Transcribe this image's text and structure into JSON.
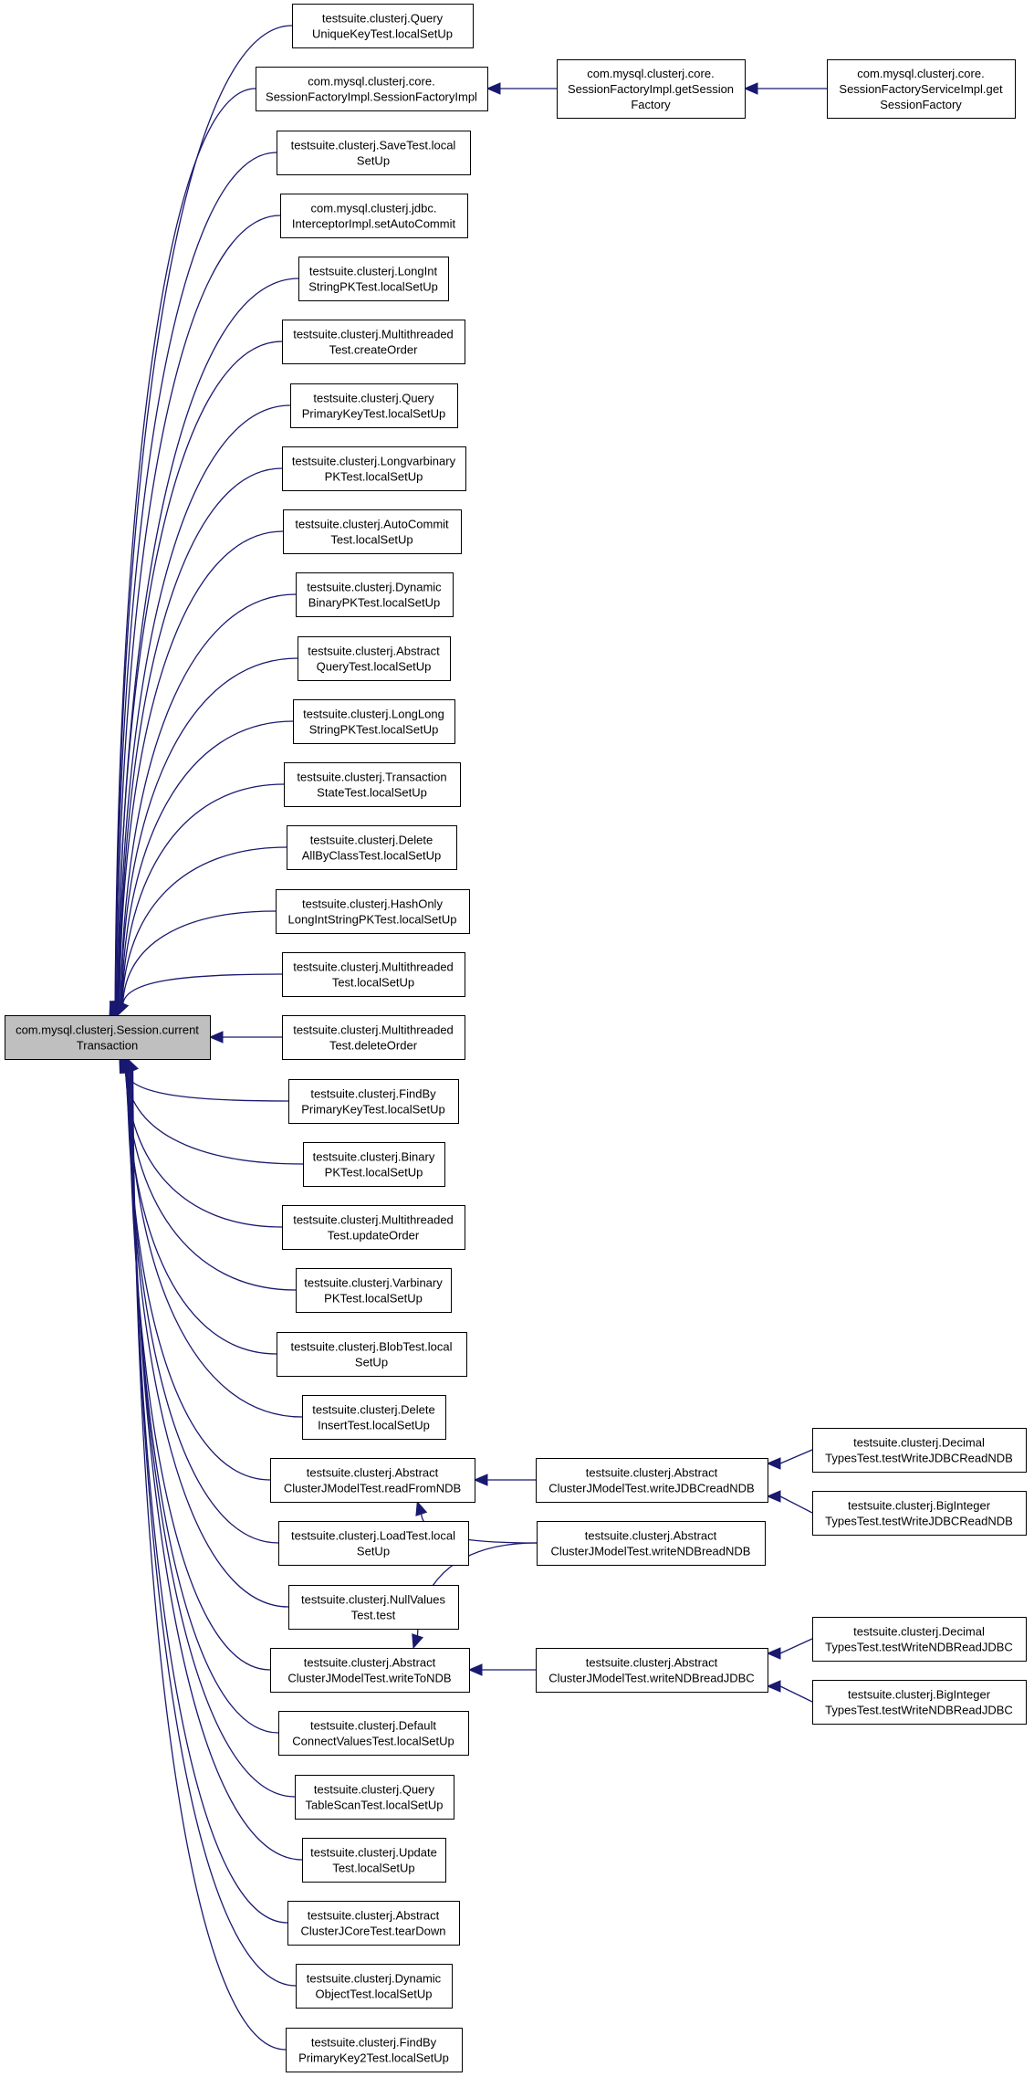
{
  "graph": {
    "colors": {
      "edge": "#191970",
      "root_fill": "#bfbfbf",
      "node_fill": "#ffffff",
      "border": "#000000"
    },
    "root": {
      "id": "root",
      "lines": [
        "com.mysql.clusterj.Session.current",
        "Transaction"
      ]
    },
    "nodes": [
      {
        "id": "n1",
        "lines": [
          "testsuite.clusterj.Query",
          "UniqueKeyTest.localSetUp"
        ]
      },
      {
        "id": "n2",
        "lines": [
          "com.mysql.clusterj.core.",
          "SessionFactoryImpl.SessionFactoryImpl"
        ]
      },
      {
        "id": "n3",
        "lines": [
          "testsuite.clusterj.SaveTest.local",
          "SetUp"
        ]
      },
      {
        "id": "n4",
        "lines": [
          "com.mysql.clusterj.jdbc.",
          "InterceptorImpl.setAutoCommit"
        ]
      },
      {
        "id": "n5",
        "lines": [
          "testsuite.clusterj.LongInt",
          "StringPKTest.localSetUp"
        ]
      },
      {
        "id": "n6",
        "lines": [
          "testsuite.clusterj.Multithreaded",
          "Test.createOrder"
        ]
      },
      {
        "id": "n7",
        "lines": [
          "testsuite.clusterj.Query",
          "PrimaryKeyTest.localSetUp"
        ]
      },
      {
        "id": "n8",
        "lines": [
          "testsuite.clusterj.Longvarbinary",
          "PKTest.localSetUp"
        ]
      },
      {
        "id": "n9",
        "lines": [
          "testsuite.clusterj.AutoCommit",
          "Test.localSetUp"
        ]
      },
      {
        "id": "n10",
        "lines": [
          "testsuite.clusterj.Dynamic",
          "BinaryPKTest.localSetUp"
        ]
      },
      {
        "id": "n11",
        "lines": [
          "testsuite.clusterj.Abstract",
          "QueryTest.localSetUp"
        ]
      },
      {
        "id": "n12",
        "lines": [
          "testsuite.clusterj.LongLong",
          "StringPKTest.localSetUp"
        ]
      },
      {
        "id": "n13",
        "lines": [
          "testsuite.clusterj.Transaction",
          "StateTest.localSetUp"
        ]
      },
      {
        "id": "n14",
        "lines": [
          "testsuite.clusterj.Delete",
          "AllByClassTest.localSetUp"
        ]
      },
      {
        "id": "n15",
        "lines": [
          "testsuite.clusterj.HashOnly",
          "LongIntStringPKTest.localSetUp"
        ]
      },
      {
        "id": "n16",
        "lines": [
          "testsuite.clusterj.Multithreaded",
          "Test.localSetUp"
        ]
      },
      {
        "id": "n17",
        "lines": [
          "testsuite.clusterj.Multithreaded",
          "Test.deleteOrder"
        ]
      },
      {
        "id": "n18",
        "lines": [
          "testsuite.clusterj.FindBy",
          "PrimaryKeyTest.localSetUp"
        ]
      },
      {
        "id": "n19",
        "lines": [
          "testsuite.clusterj.Binary",
          "PKTest.localSetUp"
        ]
      },
      {
        "id": "n20",
        "lines": [
          "testsuite.clusterj.Multithreaded",
          "Test.updateOrder"
        ]
      },
      {
        "id": "n21",
        "lines": [
          "testsuite.clusterj.Varbinary",
          "PKTest.localSetUp"
        ]
      },
      {
        "id": "n22",
        "lines": [
          "testsuite.clusterj.BlobTest.local",
          "SetUp"
        ]
      },
      {
        "id": "n23",
        "lines": [
          "testsuite.clusterj.Delete",
          "InsertTest.localSetUp"
        ]
      },
      {
        "id": "n24",
        "lines": [
          "testsuite.clusterj.Abstract",
          "ClusterJModelTest.readFromNDB"
        ]
      },
      {
        "id": "n25",
        "lines": [
          "testsuite.clusterj.LoadTest.local",
          "SetUp"
        ]
      },
      {
        "id": "n26",
        "lines": [
          "testsuite.clusterj.NullValues",
          "Test.test"
        ]
      },
      {
        "id": "n27",
        "lines": [
          "testsuite.clusterj.Abstract",
          "ClusterJModelTest.writeToNDB"
        ]
      },
      {
        "id": "n28",
        "lines": [
          "testsuite.clusterj.Default",
          "ConnectValuesTest.localSetUp"
        ]
      },
      {
        "id": "n29",
        "lines": [
          "testsuite.clusterj.Query",
          "TableScanTest.localSetUp"
        ]
      },
      {
        "id": "n30",
        "lines": [
          "testsuite.clusterj.Update",
          "Test.localSetUp"
        ]
      },
      {
        "id": "n31",
        "lines": [
          "testsuite.clusterj.Abstract",
          "ClusterJCoreTest.tearDown"
        ]
      },
      {
        "id": "n32",
        "lines": [
          "testsuite.clusterj.Dynamic",
          "ObjectTest.localSetUp"
        ]
      },
      {
        "id": "n33",
        "lines": [
          "testsuite.clusterj.FindBy",
          "PrimaryKey2Test.localSetUp"
        ]
      },
      {
        "id": "m1",
        "lines": [
          "com.mysql.clusterj.core.",
          "SessionFactoryImpl.getSession",
          "Factory"
        ]
      },
      {
        "id": "m2",
        "lines": [
          "com.mysql.clusterj.core.",
          "SessionFactoryServiceImpl.get",
          "SessionFactory"
        ]
      },
      {
        "id": "m3",
        "lines": [
          "testsuite.clusterj.Abstract",
          "ClusterJModelTest.writeJDBCreadNDB"
        ]
      },
      {
        "id": "m4",
        "lines": [
          "testsuite.clusterj.Abstract",
          "ClusterJModelTest.writeNDBreadNDB"
        ]
      },
      {
        "id": "m5",
        "lines": [
          "testsuite.clusterj.Abstract",
          "ClusterJModelTest.writeNDBreadJDBC"
        ]
      },
      {
        "id": "m6",
        "lines": [
          "testsuite.clusterj.Decimal",
          "TypesTest.testWriteJDBCReadNDB"
        ]
      },
      {
        "id": "m7",
        "lines": [
          "testsuite.clusterj.BigInteger",
          "TypesTest.testWriteJDBCReadNDB"
        ]
      },
      {
        "id": "m8",
        "lines": [
          "testsuite.clusterj.Decimal",
          "TypesTest.testWriteNDBReadJDBC"
        ]
      },
      {
        "id": "m9",
        "lines": [
          "testsuite.clusterj.BigInteger",
          "TypesTest.testWriteNDBReadJDBC"
        ]
      }
    ],
    "edges": [
      [
        "root",
        "n1"
      ],
      [
        "root",
        "n2"
      ],
      [
        "root",
        "n3"
      ],
      [
        "root",
        "n4"
      ],
      [
        "root",
        "n5"
      ],
      [
        "root",
        "n6"
      ],
      [
        "root",
        "n7"
      ],
      [
        "root",
        "n8"
      ],
      [
        "root",
        "n9"
      ],
      [
        "root",
        "n10"
      ],
      [
        "root",
        "n11"
      ],
      [
        "root",
        "n12"
      ],
      [
        "root",
        "n13"
      ],
      [
        "root",
        "n14"
      ],
      [
        "root",
        "n15"
      ],
      [
        "root",
        "n16"
      ],
      [
        "root",
        "n17"
      ],
      [
        "root",
        "n18"
      ],
      [
        "root",
        "n19"
      ],
      [
        "root",
        "n20"
      ],
      [
        "root",
        "n21"
      ],
      [
        "root",
        "n22"
      ],
      [
        "root",
        "n23"
      ],
      [
        "root",
        "n24"
      ],
      [
        "root",
        "n25"
      ],
      [
        "root",
        "n26"
      ],
      [
        "root",
        "n27"
      ],
      [
        "root",
        "n28"
      ],
      [
        "root",
        "n29"
      ],
      [
        "root",
        "n30"
      ],
      [
        "root",
        "n31"
      ],
      [
        "root",
        "n32"
      ],
      [
        "root",
        "n33"
      ],
      [
        "n2",
        "m1"
      ],
      [
        "m1",
        "m2"
      ],
      [
        "n24",
        "m3"
      ],
      [
        "n24",
        "m4"
      ],
      [
        "n27",
        "m4"
      ],
      [
        "n27",
        "m5"
      ],
      [
        "m3",
        "m6"
      ],
      [
        "m3",
        "m7"
      ],
      [
        "m5",
        "m8"
      ],
      [
        "m5",
        "m9"
      ]
    ]
  }
}
